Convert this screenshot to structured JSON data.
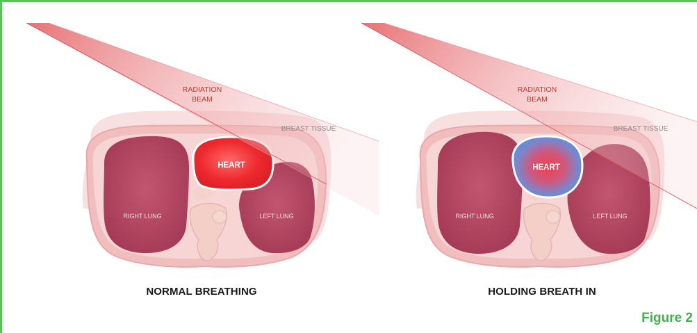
{
  "panels": [
    {
      "beam_label_line1": "RADIATION",
      "beam_label_line2": "BEAM",
      "breast_label": "BREAST TISSUE",
      "heart_label": "HEART",
      "right_lung_label": "RIGHT LUNG",
      "left_lung_label": "LEFT LUNG",
      "caption": "NORMAL BREATHING"
    },
    {
      "beam_label_line1": "RADIATION",
      "beam_label_line2": "BEAM",
      "breast_label": "BREAST TISSUE",
      "heart_label": "HEART",
      "right_lung_label": "RIGHT LUNG",
      "left_lung_label": "LEFT LUNG",
      "caption": "HOLDING BREATH IN"
    }
  ],
  "figure_label": "Figure 2",
  "colors": {
    "frame": "#5ac35a",
    "figure_label": "#3fb34a",
    "beam_text": "#c0392b",
    "heart_normal": "#e8262a",
    "heart_hold_edge": "#5b8fd6"
  }
}
